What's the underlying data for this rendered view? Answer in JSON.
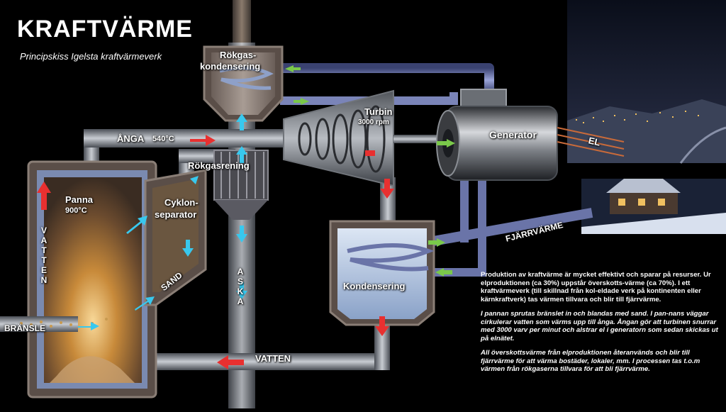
{
  "title": "KRAFTVÄRME",
  "subtitle": "Principskiss Igelsta kraftvärmeverk",
  "labels": {
    "rokgaskondensering_1": "Rökgas-",
    "rokgaskondensering_2": "kondensering",
    "turbin": "Turbin",
    "turbin_rpm": "3000 rpm",
    "generator": "Generator",
    "el": "EL",
    "anga": "ÅNGA",
    "anga_temp": "540°C",
    "rokgasrening": "Rökgasrening",
    "panna": "Panna",
    "panna_temp": "900°C",
    "cyklon_1": "Cyklon-",
    "cyklon_2": "separator",
    "vatten_vertical": "VATTEN",
    "sand": "SAND",
    "aska": "ASKA",
    "bransle": "BRÄNSLE",
    "vatten_bottom": "VATTEN",
    "kondensering": "Kondensering",
    "fjarrvarme": "FJÄRRVÄRME"
  },
  "description": [
    "Produktion av kraftvärme är mycket effektivt och sparar på resurser. Ur elproduktionen (ca 30%) uppstår överskotts-värme (ca 70%). I ett kraftvärmeverk (till skillnad från kol-eldade verk på kontinenten eller kärnkraftverk) tas värmen tillvara och blir till fjärrvärme.",
    "I pannan sprutas bränslet in och blandas med sand. I pan-nans väggar cirkulerar vatten som värms upp till ånga. Ångan gör att turbinen snurrar med 3000 varv per minut och alstrar el i generatorn som sedan skickas ut på elnätet.",
    "All överskottsvärme från elproduktionen återanvänds och blir till fjärrvärme för att värma bostäder, lokaler, mm. I processen tas t.o.m värmen från rökgaserna tillvara för att bli fjärrvärme."
  ],
  "colors": {
    "pipe": "#8a9098",
    "hot_arrow": "#e83030",
    "flow_arrow": "#38c8ee",
    "green_arrow": "#7ac84a",
    "district_pipe": "#6a74a8",
    "furnace_fire": "#d89030",
    "condenser_water": "#b8cce6"
  }
}
